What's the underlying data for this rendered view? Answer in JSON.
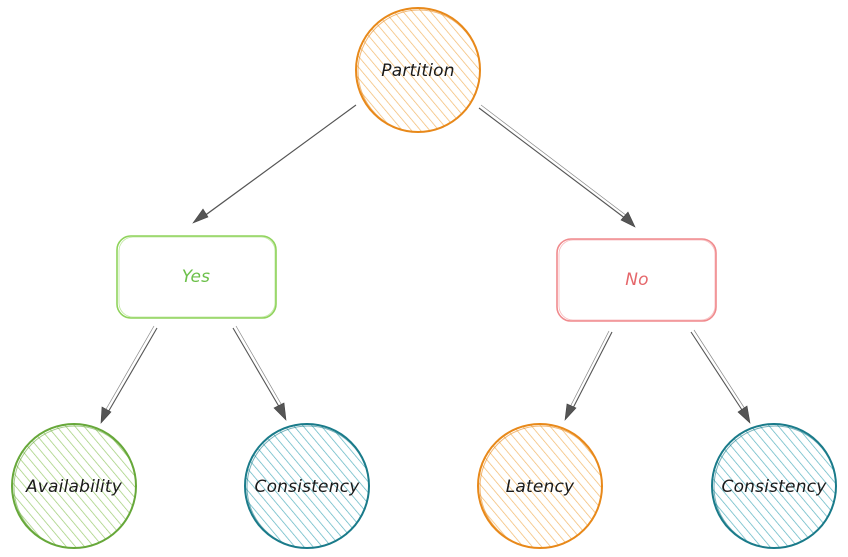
{
  "diagram": {
    "root": {
      "label": "Partition",
      "color": "#e8891a"
    },
    "yes": {
      "label": "Yes",
      "color": "#8fd35b",
      "children": [
        {
          "label": "Availability",
          "color": "#67a83a"
        },
        {
          "label": "Consistency",
          "color": "#1a7b8a"
        }
      ]
    },
    "no": {
      "label": "No",
      "color": "#f08a8d",
      "children": [
        {
          "label": "Latency",
          "color": "#e8891a"
        },
        {
          "label": "Consistency",
          "color": "#1a7b8a"
        }
      ]
    }
  }
}
